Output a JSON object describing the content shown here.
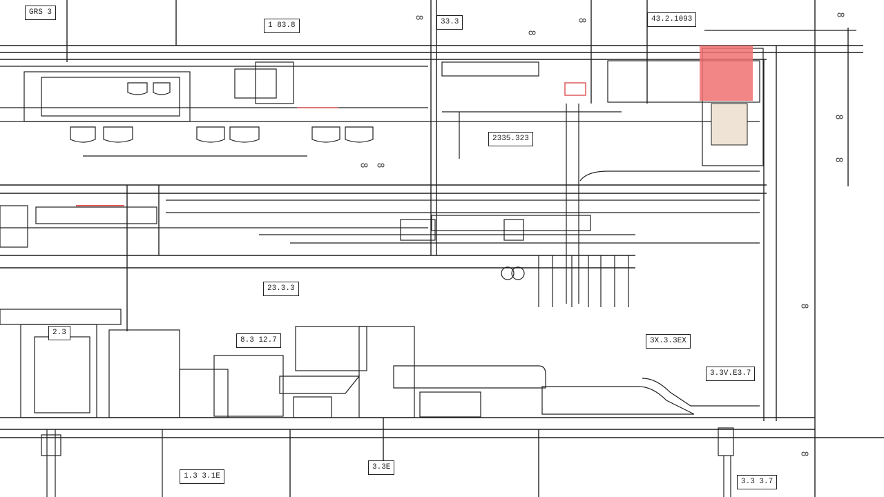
{
  "drawing": {
    "tags": [
      {
        "id": "t1",
        "text": "GRS 3"
      },
      {
        "id": "t2",
        "text": "1 83.8"
      },
      {
        "id": "t3",
        "text": "33.3"
      },
      {
        "id": "t4",
        "text": "43.2.1093"
      },
      {
        "id": "t5",
        "text": "2335.323"
      },
      {
        "id": "t6",
        "text": "23.3.3"
      },
      {
        "id": "t7",
        "text": "2.3"
      },
      {
        "id": "t8",
        "text": "8.3 12.7"
      },
      {
        "id": "t9",
        "text": "3X.3.3EX"
      },
      {
        "id": "t10",
        "text": "3.3V.E3.7"
      },
      {
        "id": "t11",
        "text": "1.3 3.1E"
      },
      {
        "id": "t12",
        "text": "3.3E"
      },
      {
        "id": "t13",
        "text": "3.3 3.7"
      }
    ],
    "ref_marks": [
      "8",
      "8",
      "8",
      "8",
      "8",
      "8",
      "8",
      "8",
      "8",
      "8"
    ],
    "colors": {
      "line": "#1f1f1f",
      "highlight": "#f07070",
      "accent_red": "#e05a5a",
      "fill_tan": "#efe3d6"
    }
  }
}
